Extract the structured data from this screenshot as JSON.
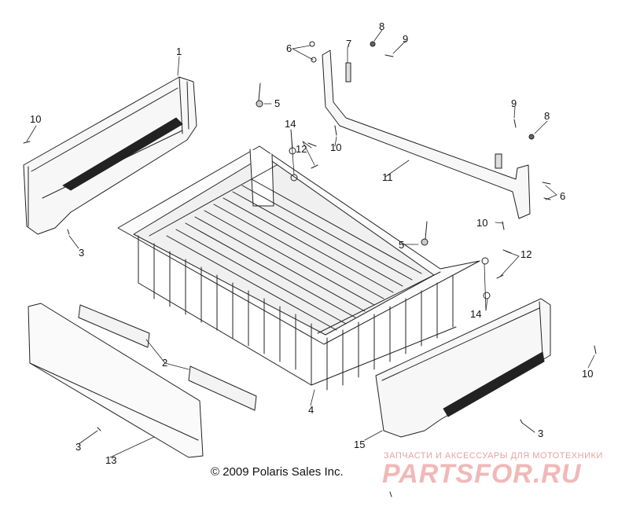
{
  "copyright": "© 2009 Polaris Sales Inc.",
  "watermark": {
    "tagline": "ЗАПЧАСТИ И АКСЕССУАРЫ ДЛЯ МОТОТЕХНИКИ",
    "brand": "PARTSFOR.RU"
  },
  "callouts": {
    "n1": "1",
    "n2": "2",
    "n3": "3",
    "n4": "4",
    "n5": "5",
    "n6": "6",
    "n7": "7",
    "n8": "8",
    "n9": "9",
    "n10": "10",
    "n11": "11",
    "n12": "12",
    "n13": "13",
    "n14": "14",
    "n15": "15"
  }
}
